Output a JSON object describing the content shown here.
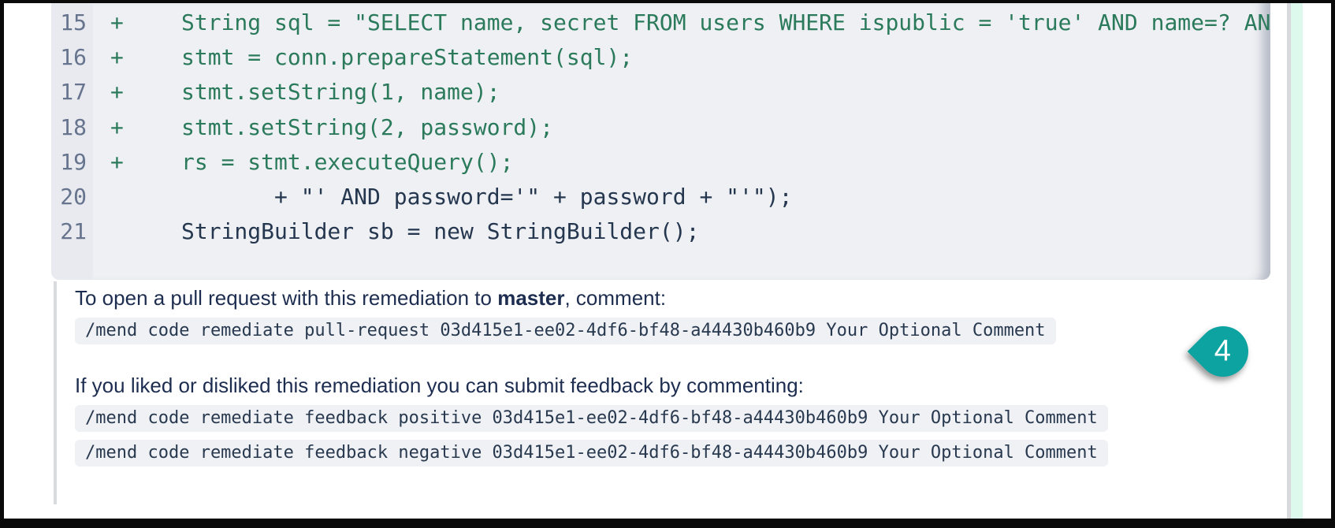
{
  "code_block": {
    "lines": [
      {
        "number": "15",
        "sign": "+",
        "type": "added",
        "code": "String sql = \"SELECT name, secret FROM users WHERE ispublic = 'true' AND name=? AN"
      },
      {
        "number": "16",
        "sign": "+",
        "type": "added",
        "code": "stmt = conn.prepareStatement(sql);"
      },
      {
        "number": "17",
        "sign": "+",
        "type": "added",
        "code": "stmt.setString(1, name);"
      },
      {
        "number": "18",
        "sign": "+",
        "type": "added",
        "code": "stmt.setString(2, password);"
      },
      {
        "number": "19",
        "sign": "+",
        "type": "added",
        "code": "rs = stmt.executeQuery();"
      },
      {
        "number": "20",
        "sign": "",
        "type": "context",
        "code": "       + \"' AND password='\" + password + \"'\");"
      },
      {
        "number": "21",
        "sign": "",
        "type": "context",
        "code": "StringBuilder sb = new StringBuilder();"
      }
    ]
  },
  "pull_request_note": {
    "text_before_branch": "To open a pull request with this remediation to ",
    "branch": "master",
    "text_after_branch": ", comment:",
    "command": "/mend code remediate pull-request 03d415e1-ee02-4df6-bf48-a44430b460b9 Your Optional Comment"
  },
  "feedback_note": {
    "intro": "If you liked or disliked this remediation you can submit feedback by commenting:",
    "positive_command": "/mend code remediate feedback positive 03d415e1-ee02-4df6-bf48-a44430b460b9 Your Optional Comment",
    "negative_command": "/mend code remediate feedback negative 03d415e1-ee02-4df6-bf48-a44430b460b9 Your Optional Comment"
  },
  "annotation_badge": {
    "label": "4"
  },
  "colors": {
    "added_line_text": "#2b7a5b",
    "context_line_text": "#25364f",
    "line_number": "#67748e",
    "code_block_bg": "#eef0f3",
    "gutter_bg": "#e8eaf0",
    "note_text": "#1d2d50",
    "inline_code_bg": "#eff1f4",
    "badge_teal": "#0da3a1",
    "scroll_strip_mint": "#ddf8ec",
    "quote_border": "#d9dbdf",
    "frame_border": "#0a0a0a"
  }
}
